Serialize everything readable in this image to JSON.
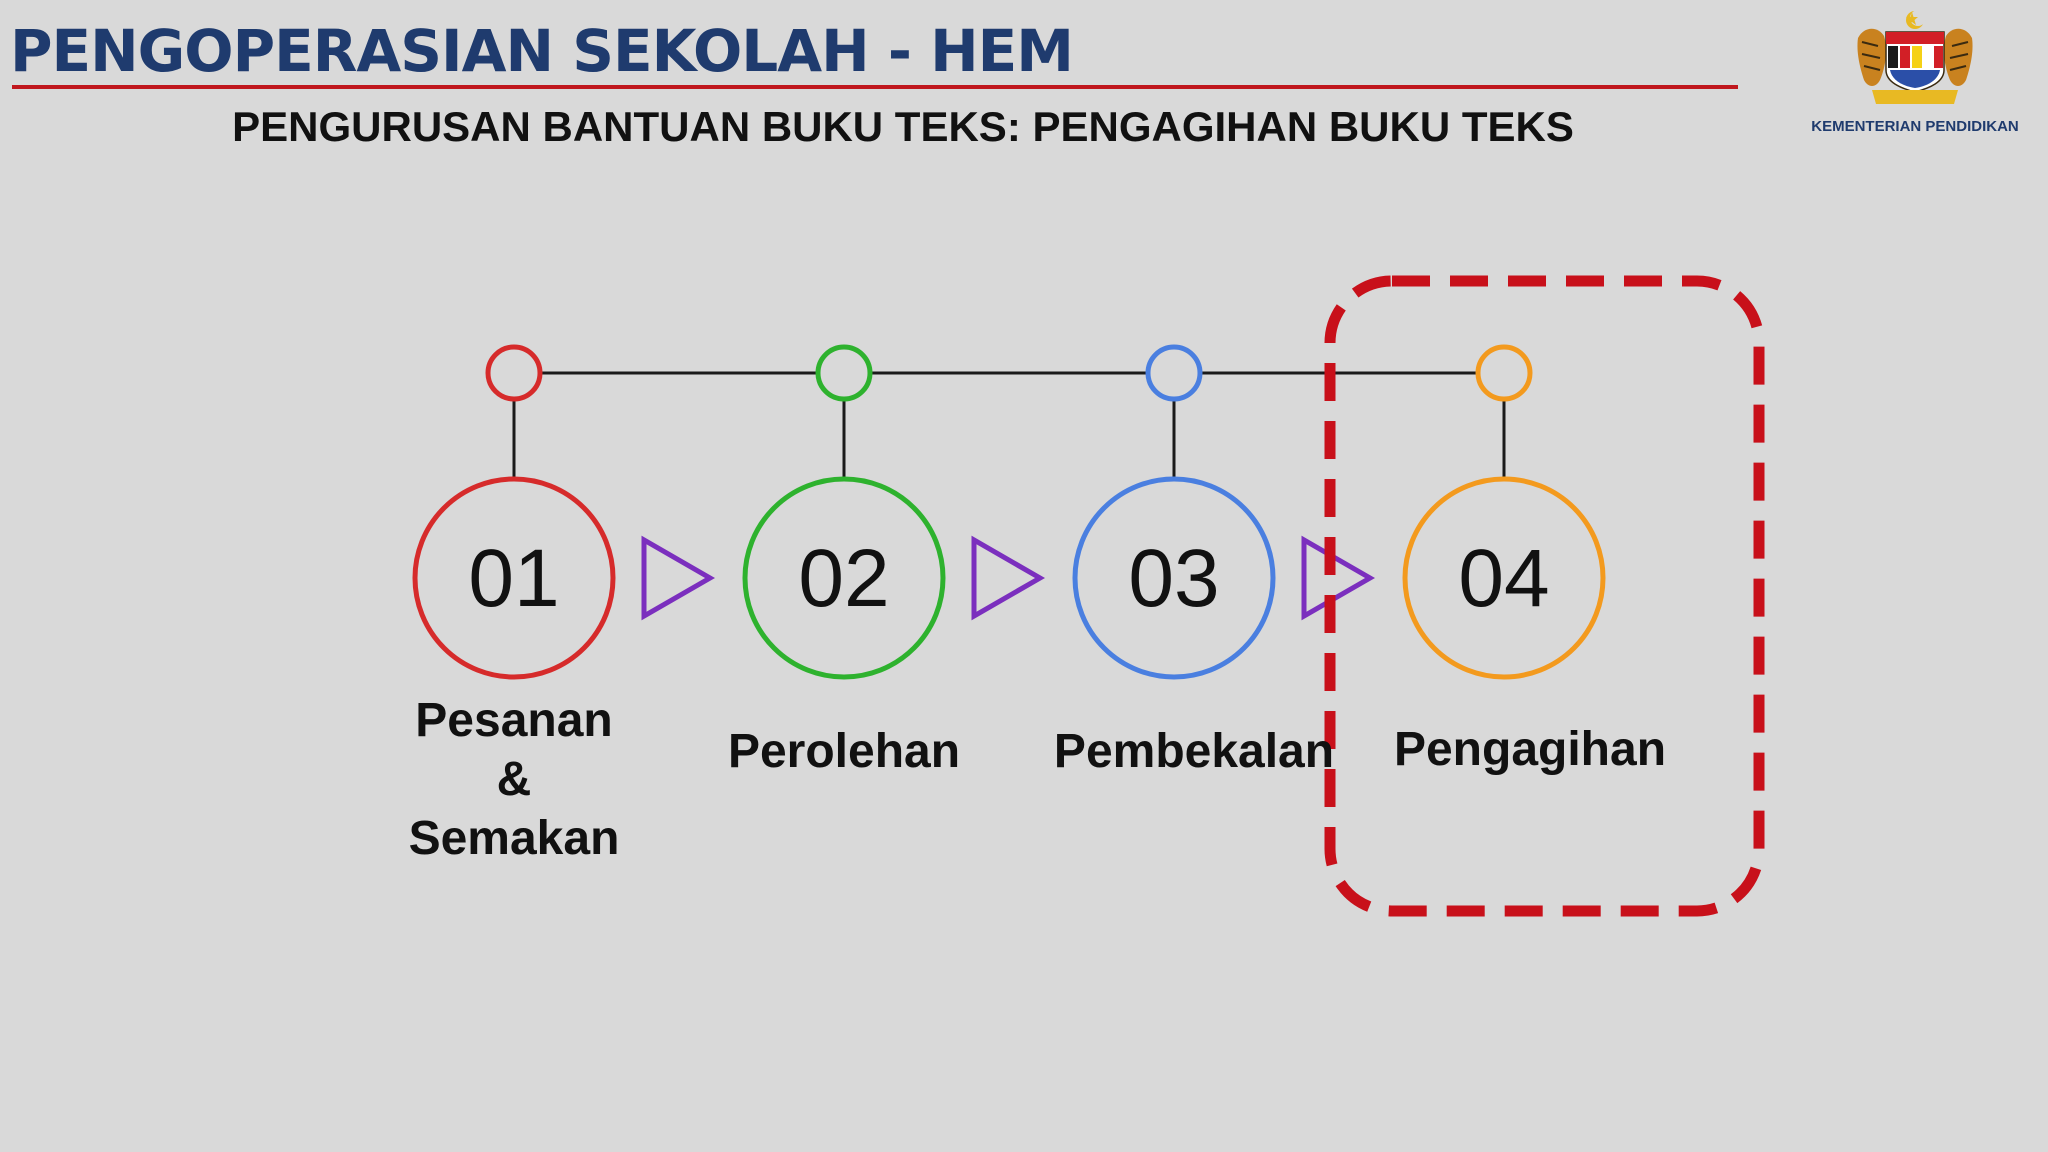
{
  "header": {
    "title": "PENGOPERASIAN SEKOLAH - HEM",
    "subtitle": "PENGURUSAN BANTUAN BUKU TEKS: PENGAGIHAN BUKU TEKS"
  },
  "logo": {
    "caption": "KEMENTERIAN PENDIDIKAN",
    "icon": "malaysia-coat-of-arms"
  },
  "colors": {
    "title": "#1f3b6e",
    "rule": "#c0171d",
    "arrow": "#7b2fbe",
    "highlight": "#c8101a"
  },
  "steps": [
    {
      "number": "01",
      "label_lines": [
        "Pesanan",
        "&",
        "Semakan"
      ],
      "color": "#d62b2b"
    },
    {
      "number": "02",
      "label_lines": [
        "Perolehan"
      ],
      "color": "#2eb22e"
    },
    {
      "number": "03",
      "label_lines": [
        "Pembekalan"
      ],
      "color": "#4a7fe0"
    },
    {
      "number": "04",
      "label_lines": [
        "Pengagihan"
      ],
      "color": "#f39a1e"
    }
  ],
  "highlight_step": "04"
}
